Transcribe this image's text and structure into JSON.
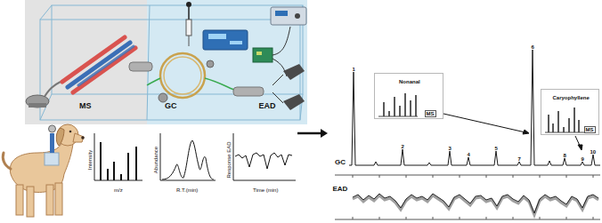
{
  "diagram": {
    "nodes": [
      {
        "text": [
          "MS"
        ]
      },
      {
        "text": [
          "GC"
        ]
      },
      {
        "text": [
          "EAD"
        ]
      },
      {
        "text": [
          "Intensity",
          "m/z"
        ]
      },
      {
        "text": [
          "Abundance",
          "R.T.(min)"
        ]
      },
      {
        "text": [
          "Response EAD",
          "Time (min)"
        ]
      },
      {
        "text": [
          "GC",
          "EAD"
        ]
      },
      {
        "text": [
          "Nonanal",
          "MS"
        ],
        "in": 6
      },
      {
        "text": [
          "Caryophyllene",
          "MS"
        ],
        "in": 6
      }
    ],
    "edges": [
      {
        "from": 5,
        "to": 6,
        "arrow": "to"
      }
    ],
    "labels": [
      "1",
      "2",
      "3",
      "4",
      "5",
      "6",
      "7",
      "8",
      "9",
      "10"
    ]
  }
}
